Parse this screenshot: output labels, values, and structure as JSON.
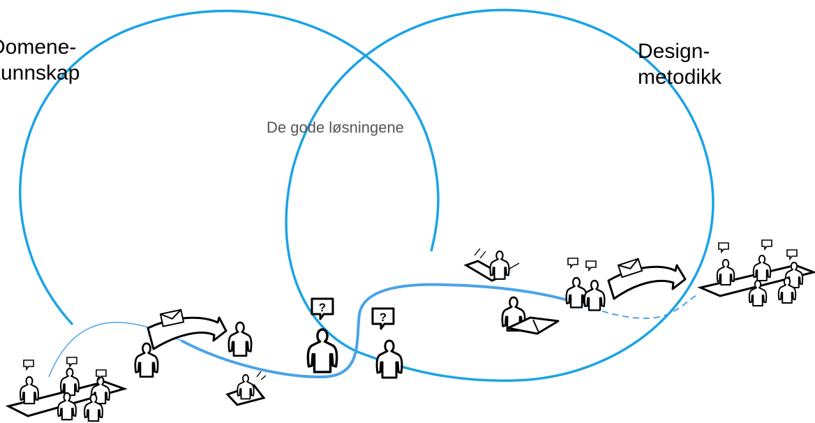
{
  "labels": {
    "left": "Domene-\nkunnskap",
    "right": "Design-\nmetodikk",
    "center": "De gode løsningene"
  },
  "colors": {
    "circle": "#1aa3e6",
    "path": "#4aa3e8",
    "ink": "#000000",
    "center_text": "#555555"
  },
  "icons": [
    "meeting-table-left-icon",
    "envelope-arrow-left-icon",
    "person-left-icon",
    "person-reading-laptop-left-icon",
    "person-question-left-icon",
    "person-question-right-icon",
    "person-laptop-right-icon",
    "person-book-icon",
    "pair-talking-icon",
    "envelope-arrow-right-icon",
    "meeting-table-right-icon"
  ]
}
